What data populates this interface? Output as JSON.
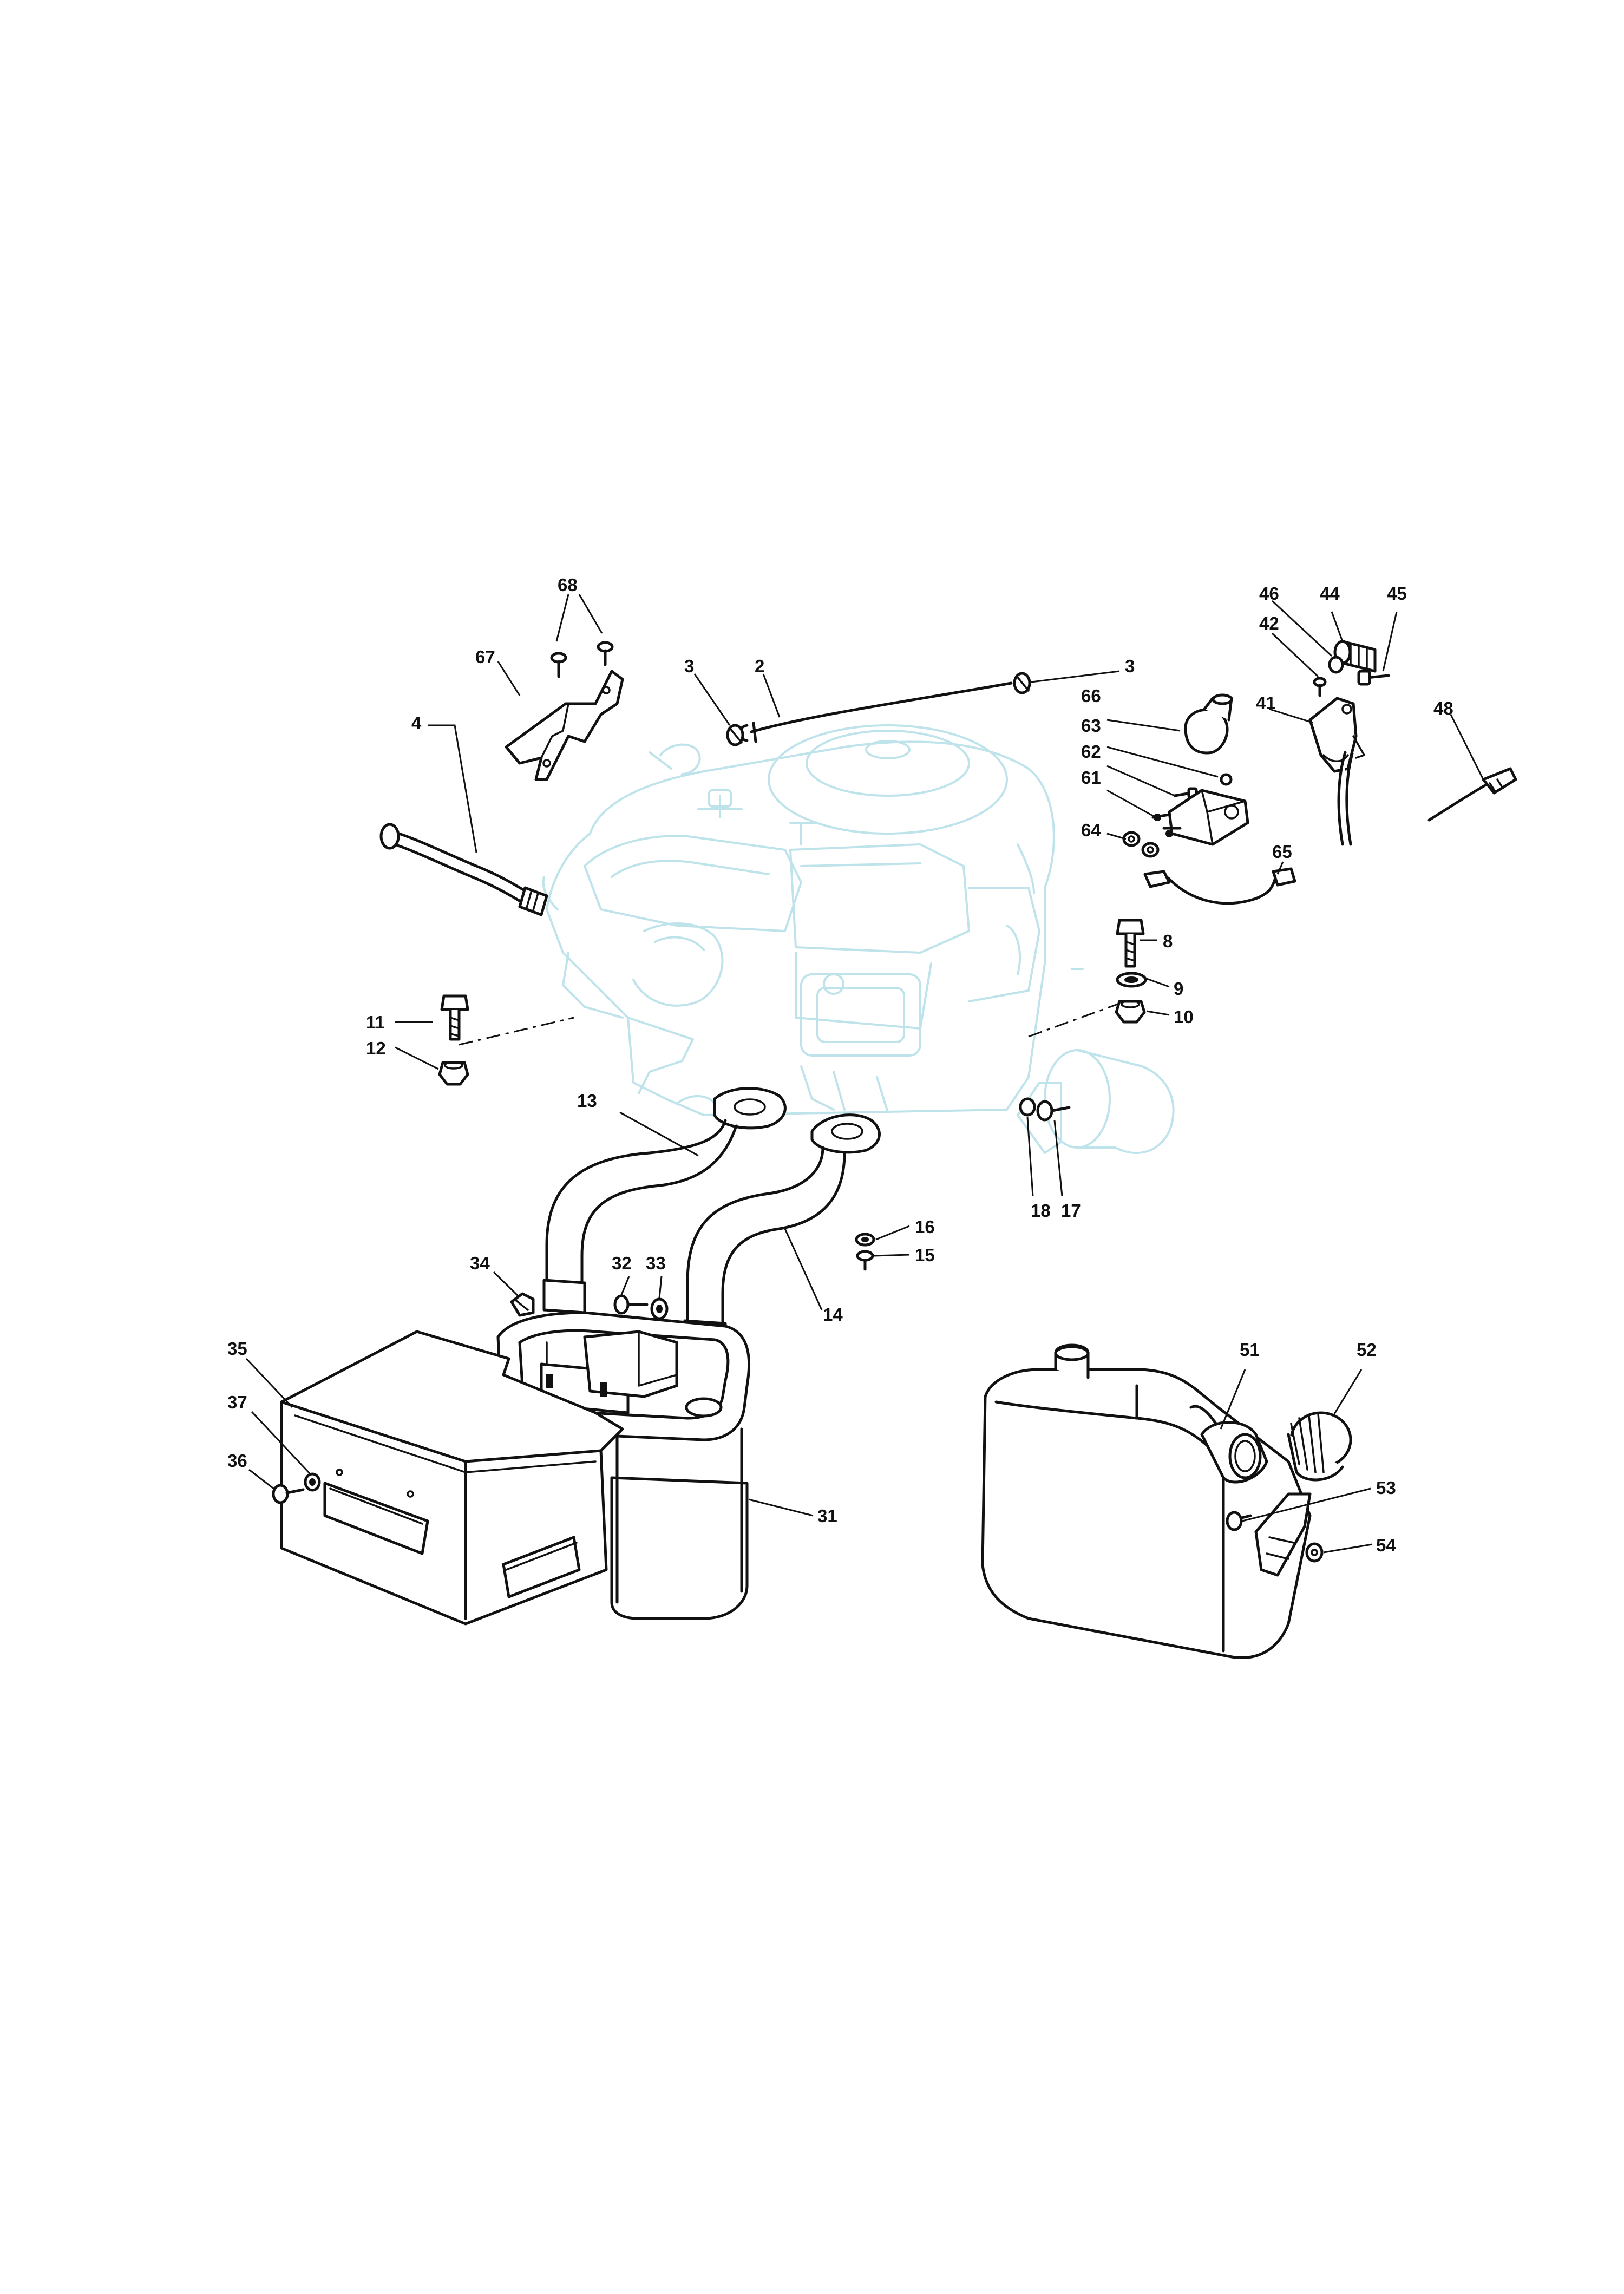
{
  "callouts": {
    "c68": "68",
    "c67": "67",
    "c4": "4",
    "c3a": "3",
    "c2": "2",
    "c3b": "3",
    "c46": "46",
    "c44": "44",
    "c45": "45",
    "c42": "42",
    "c41": "41",
    "c48": "48",
    "c66": "66",
    "c63": "63",
    "c62": "62",
    "c61": "61",
    "c64": "64",
    "c65": "65",
    "c8": "8",
    "c9": "9",
    "c10": "10",
    "c11": "11",
    "c12": "12",
    "c13": "13",
    "c18": "18",
    "c17": "17",
    "c16": "16",
    "c15": "15",
    "c34": "34",
    "c32": "32",
    "c33": "33",
    "c14": "14",
    "c35": "35",
    "c37": "37",
    "c36": "36",
    "c31": "31",
    "c51": "51",
    "c52": "52",
    "c53": "53",
    "c54": "54"
  },
  "colors": {
    "part_line": "#111111",
    "engine_ghost_line": "#bfe3ea",
    "background": "#ffffff"
  }
}
